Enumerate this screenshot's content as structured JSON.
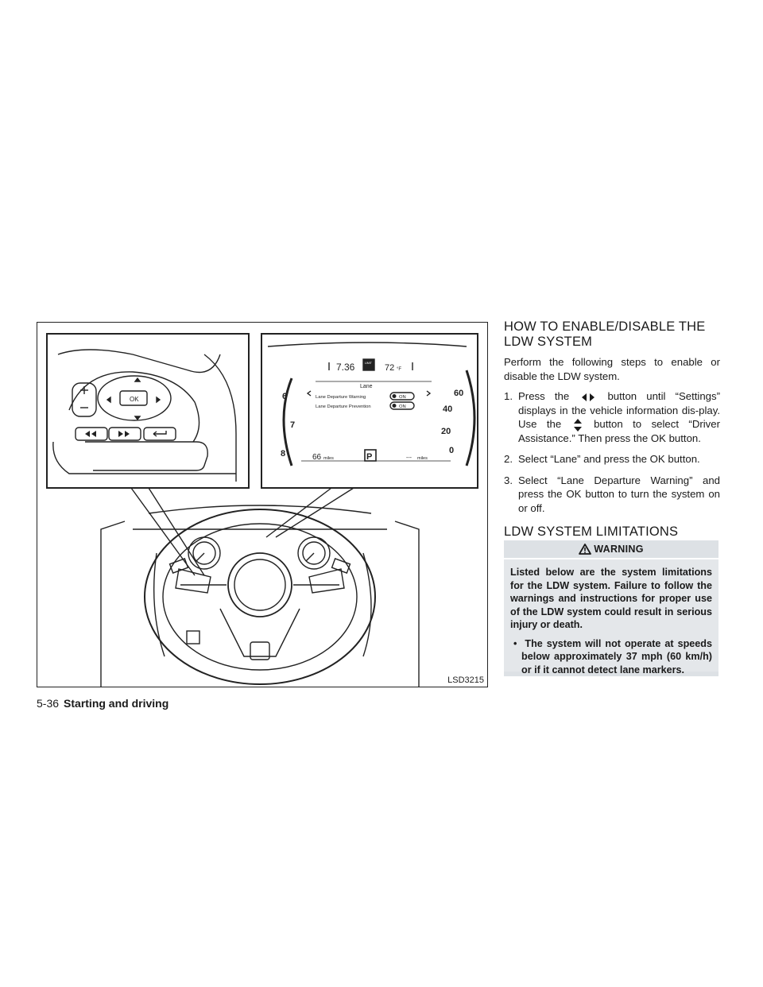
{
  "figure": {
    "code": "LSD3215",
    "display": {
      "clock": "7.36",
      "temp": "72",
      "temp_unit": "°F",
      "menu_title": "Lane",
      "rows": [
        {
          "label": "Lane Departure Warning",
          "state": "ON"
        },
        {
          "label": "Lane Departure Prevention",
          "state": "ON"
        }
      ],
      "gauge_left": [
        "6",
        "7",
        "8"
      ],
      "gauge_right": [
        "60",
        "40",
        "20",
        "0"
      ],
      "range_value": "66",
      "range_unit": "miles",
      "gear": "P",
      "fuel_value": "---",
      "fuel_unit": "miles",
      "limit_badge": "LIMIT"
    },
    "wheel_buttons": {
      "ok": "OK"
    }
  },
  "section1": {
    "title_line1": "HOW TO ENABLE/DISABLE THE",
    "title_line2": "LDW SYSTEM",
    "intro": "Perform the following steps to enable or disable the LDW system.",
    "steps": [
      {
        "num": "1.",
        "pre": "Press the",
        "mid": "button until “Settings” displays in the vehicle information dis-play. Use the",
        "post": "button to select “Driver Assistance.” Then press the OK button."
      },
      {
        "num": "2.",
        "text": "Select “Lane” and press the OK button."
      },
      {
        "num": "3.",
        "text": "Select “Lane Departure Warning” and press the OK button to turn the system on or off."
      }
    ]
  },
  "section2": {
    "title": "LDW SYSTEM LIMITATIONS"
  },
  "warning": {
    "heading": "WARNING",
    "para": "Listed below are the system limitations for the LDW system. Failure to follow the warnings and instructions for proper use of the LDW system could result in serious injury or death.",
    "bullet": "The system will not operate at speeds below approximately 37 mph (60 km/h) or if it cannot detect lane markers."
  },
  "footer": {
    "page": "5-36",
    "section": "Starting and driving"
  }
}
